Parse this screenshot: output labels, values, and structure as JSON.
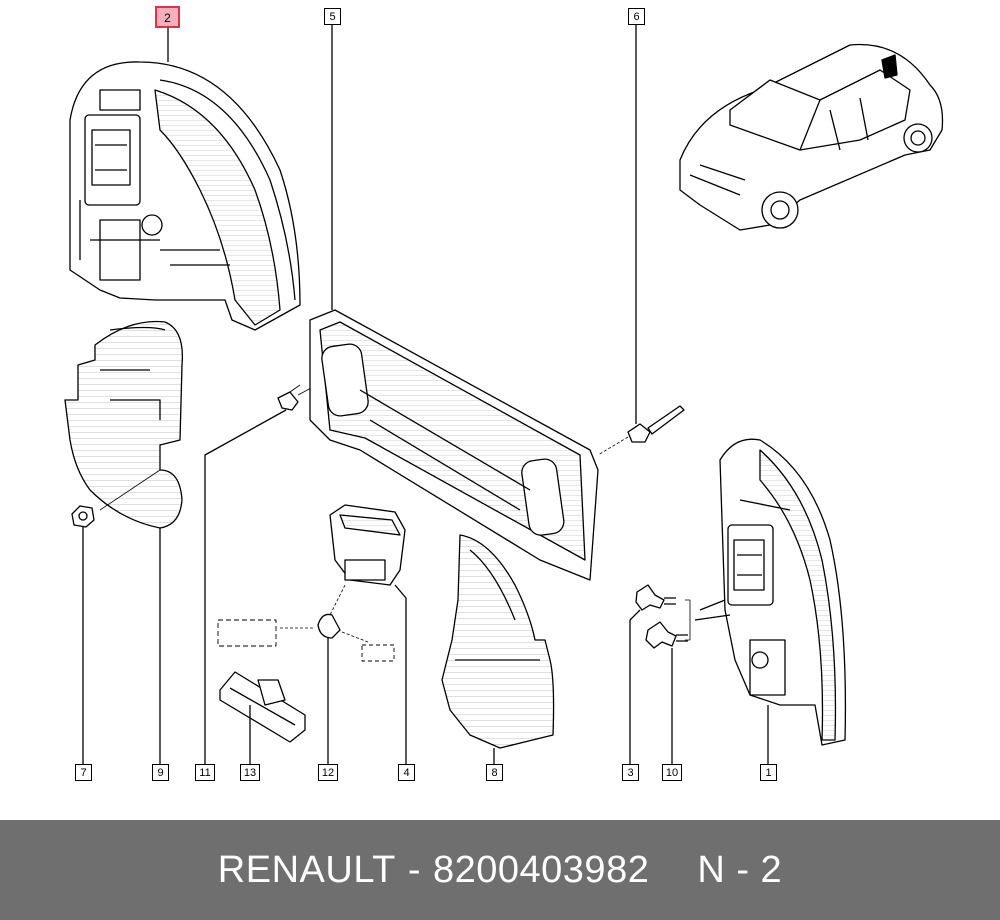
{
  "callouts": {
    "c1": "1",
    "c2": "2",
    "c3": "3",
    "c4": "4",
    "c5": "5",
    "c6": "6",
    "c7": "7",
    "c8": "8",
    "c9": "9",
    "c10": "10",
    "c11": "11",
    "c12": "12",
    "c13": "13"
  },
  "footer": {
    "brand": "RENAULT",
    "separator": "-",
    "part_number": "8200403982",
    "page": "N - 2"
  },
  "colors": {
    "highlight_fill": "#f6b0bb",
    "highlight_border": "#d9344a",
    "footer_bg": "#6f6f6f"
  }
}
